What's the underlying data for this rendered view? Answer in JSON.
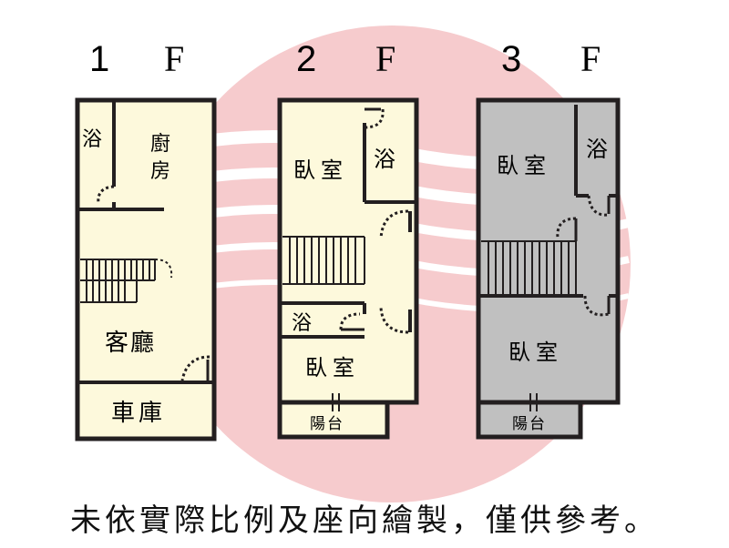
{
  "floors": [
    {
      "num": "1",
      "f": "F",
      "rooms": {
        "bath": "浴",
        "kitchen_1": "廚",
        "kitchen_2": "房",
        "living": "客廳",
        "garage": "車庫"
      }
    },
    {
      "num": "2",
      "f": "F",
      "rooms": {
        "bedroom_top": "臥室",
        "bath_top": "浴",
        "bath_bottom": "浴",
        "bedroom_bottom": "臥室",
        "balcony": "陽台"
      }
    },
    {
      "num": "3",
      "f": "F",
      "rooms": {
        "bedroom_top": "臥室",
        "bath_top": "浴",
        "bedroom_bottom": "臥室",
        "balcony": "陽台"
      }
    }
  ],
  "disclaimer": "未依實際比例及座向繪製，僅供參考。",
  "colors": {
    "plan_fill": "#fdf9dc",
    "plan_fill_3f": "#c0c0c0",
    "wall": "#231f20",
    "watermark": "#f4c2c4"
  }
}
